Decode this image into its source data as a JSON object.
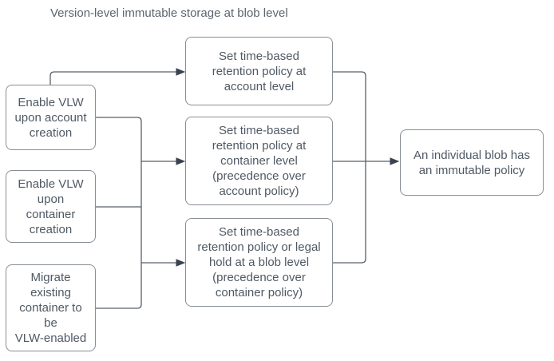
{
  "title": "Version-level immutable storage at blob level",
  "nodes": {
    "l1": {
      "id": "enable-vlw-account",
      "label": "Enable VLW\nupon account\ncreation"
    },
    "l2": {
      "id": "enable-vlw-container",
      "label": "Enable VLW\nupon\ncontainer\ncreation"
    },
    "l3": {
      "id": "migrate-existing-container",
      "label": "Migrate\nexisting\ncontainer to\nbe\nVLW-enabled"
    },
    "m1": {
      "id": "set-policy-account",
      "label": "Set time-based\nretention policy at\naccount level"
    },
    "m2": {
      "id": "set-policy-container",
      "label": "Set time-based\nretention policy at\ncontainer level\n(precedence over\naccount policy)"
    },
    "m3": {
      "id": "set-policy-blob",
      "label": "Set time-based\nretention policy or legal\nhold at a blob level\n(precedence over\ncontainer policy)"
    },
    "r": {
      "id": "individual-blob-immutable",
      "label": "An individual blob has\nan immutable policy"
    }
  },
  "edges": [
    {
      "from": "enable-vlw-account",
      "to": "set-policy-account"
    },
    {
      "from": "enable-vlw-account",
      "to": "set-policy-container"
    },
    {
      "from": "enable-vlw-account",
      "to": "set-policy-blob"
    },
    {
      "from": "enable-vlw-container",
      "to": "set-policy-container"
    },
    {
      "from": "enable-vlw-container",
      "to": "set-policy-blob"
    },
    {
      "from": "migrate-existing-container",
      "to": "set-policy-container"
    },
    {
      "from": "migrate-existing-container",
      "to": "set-policy-blob"
    },
    {
      "from": "set-policy-account",
      "to": "individual-blob-immutable"
    },
    {
      "from": "set-policy-container",
      "to": "individual-blob-immutable"
    },
    {
      "from": "set-policy-blob",
      "to": "individual-blob-immutable"
    }
  ],
  "colors": {
    "background": "#ffffff",
    "node_fill": "#ffffff",
    "node_border": "#888e94",
    "node_text": "#4f5964",
    "title_text": "#5c656f",
    "connector_line": "#576069",
    "arrowhead": "#3a424f"
  }
}
